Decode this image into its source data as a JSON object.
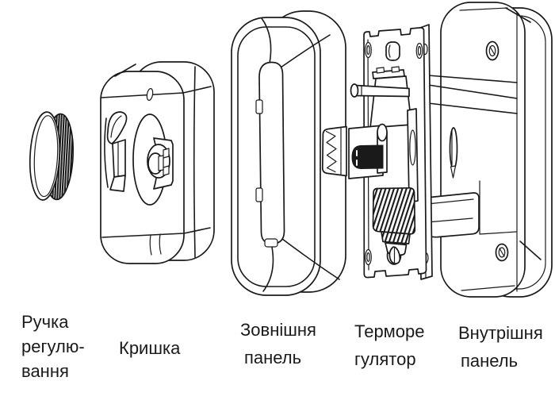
{
  "figure": {
    "background_color": "#ffffff",
    "line_color": "#1a1a1a"
  },
  "parts": [
    {
      "id": "adjustment-knob",
      "label_lines": [
        "Ручка",
        "регулю-",
        "вання"
      ]
    },
    {
      "id": "cover",
      "label_lines": [
        "Кришка"
      ]
    },
    {
      "id": "outer-panel",
      "label_lines": [
        "Зовнішня",
        "панель"
      ]
    },
    {
      "id": "thermoregulator",
      "label_lines": [
        "Терморе",
        "гулятор"
      ]
    },
    {
      "id": "inner-panel",
      "label_lines": [
        "Внутрішня",
        "панель"
      ]
    }
  ]
}
